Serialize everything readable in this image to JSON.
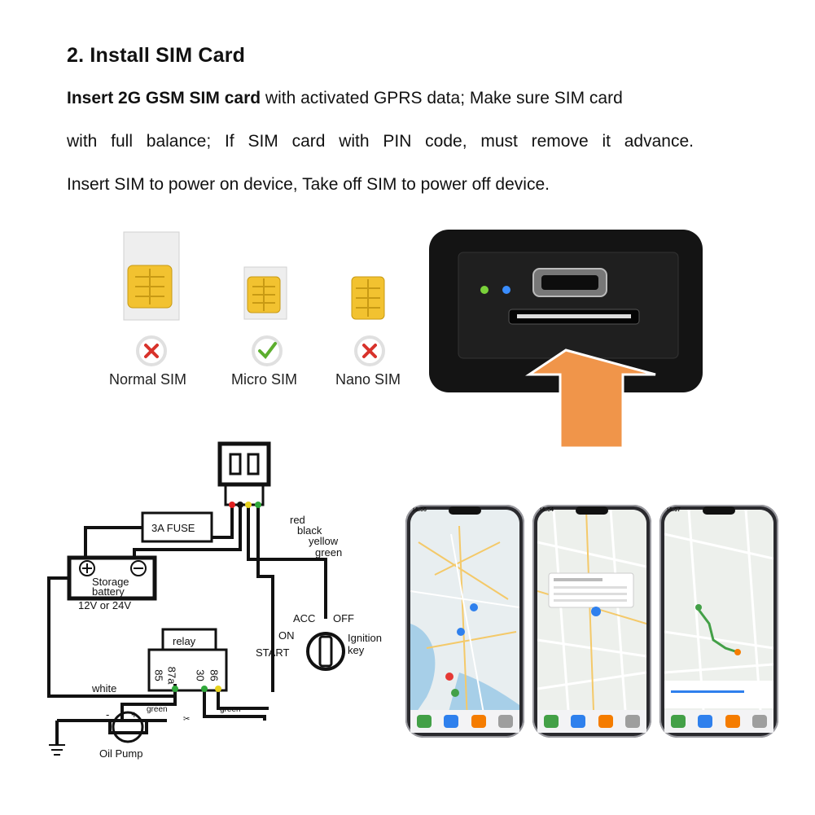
{
  "heading": "2. Install SIM Card",
  "paragraph": {
    "line1_bold": "Insert 2G GSM SIM card",
    "line1_rest": " with activated GPRS data; Make sure SIM card",
    "line2": "with full balance; If SIM card with PIN code, must remove it advance.",
    "line3": "Insert SIM to power on device, Take off SIM to power off device."
  },
  "sim_types": [
    {
      "label": "Normal SIM",
      "status": "not supported",
      "mark": "✕",
      "color": "#d8322b"
    },
    {
      "label": "Micro SIM",
      "status": "supported",
      "mark": "✓",
      "color": "#5cae2e"
    },
    {
      "label": "Nano SIM",
      "status": "not supported",
      "mark": "✕",
      "color": "#d8322b"
    }
  ],
  "wiring": {
    "fuse": "3A FUSE",
    "battery_line1": "Storage",
    "battery_line2": "battery",
    "battery_voltage": "12V or 24V",
    "relay": "relay",
    "relay_pins": [
      "85",
      "87a",
      "30",
      "86"
    ],
    "wires": [
      "red",
      "black",
      "yellow",
      "green"
    ],
    "white_wire": "white",
    "green_left": "green",
    "green_right": "green",
    "oil_pump": "Oil Pump",
    "ignition": {
      "acc": "ACC",
      "off": "OFF",
      "on": "ON",
      "start": "START",
      "label_line1": "Ignition",
      "label_line2": "key"
    },
    "pump_minus": "-",
    "pump_plus": "+"
  },
  "phones": [
    {
      "time": "16:56",
      "accent": "#2f80ed"
    },
    {
      "time": "16:54",
      "accent": "#2f80ed"
    },
    {
      "time": "16:57",
      "accent": "#2f80ed"
    }
  ],
  "colors": {
    "arrow": "#f0954a",
    "sim_gold": "#f2c230",
    "wire": "#111111",
    "dot_red": "#e02020",
    "dot_yellow": "#e8d21c",
    "dot_green": "#2fa83a"
  }
}
